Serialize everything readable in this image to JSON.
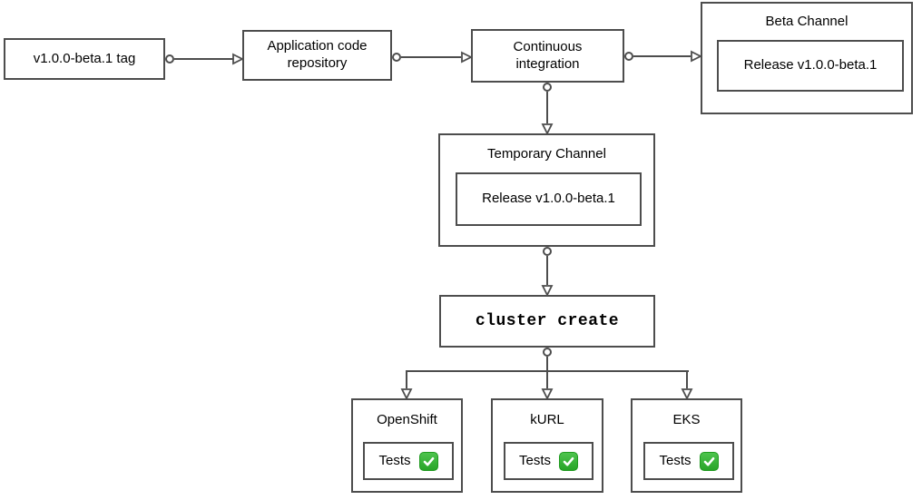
{
  "diagram": {
    "background_color": "#ffffff",
    "stroke_color": "#4d4d4d",
    "text_color": "#000000",
    "check_green_color": "#2fb42f",
    "nodes": {
      "tag": {
        "label": "v1.0.0-beta.1 tag"
      },
      "repo": {
        "label": "Application code repository"
      },
      "ci": {
        "label": "Continuous integration"
      },
      "beta_channel": {
        "title": "Beta Channel",
        "release_label": "Release v1.0.0-beta.1"
      },
      "temporary_channel": {
        "title": "Temporary Channel",
        "release_label": "Release v1.0.0-beta.1"
      },
      "cluster_create": {
        "label": "cluster create"
      },
      "openshift": {
        "title": "OpenShift",
        "tests_label": "Tests",
        "status_icon": "check-mark",
        "status": "pass"
      },
      "kurl": {
        "title": "kURL",
        "tests_label": "Tests",
        "status_icon": "check-mark",
        "status": "pass"
      },
      "eks": {
        "title": "EKS",
        "tests_label": "Tests",
        "status_icon": "check-mark",
        "status": "pass"
      }
    },
    "edges": [
      {
        "from": "v1.0.0-beta.1 tag",
        "to": "Application code repository"
      },
      {
        "from": "Application code repository",
        "to": "Continuous integration"
      },
      {
        "from": "Continuous integration",
        "to": "Beta Channel"
      },
      {
        "from": "Continuous integration",
        "to": "Temporary Channel"
      },
      {
        "from": "Temporary Channel",
        "to": "cluster create"
      },
      {
        "from": "cluster create",
        "to": "OpenShift"
      },
      {
        "from": "cluster create",
        "to": "kURL"
      },
      {
        "from": "cluster create",
        "to": "EKS"
      }
    ]
  }
}
